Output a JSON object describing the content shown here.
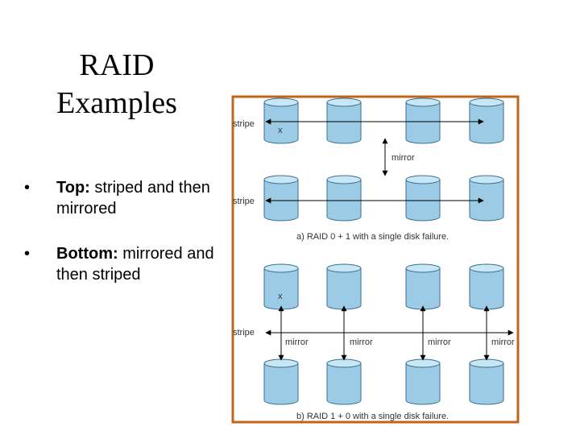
{
  "slide": {
    "title_line1": "RAID",
    "title_line2": "Examples",
    "bullets": [
      {
        "head": "Top:",
        "text": " striped and then mirrored"
      },
      {
        "head": "Bottom:",
        "text": " mirrored and then striped"
      }
    ],
    "bullet_glyph": "•"
  },
  "figure": {
    "frame_color": "#c0661a",
    "disk_color": "#9ccbe6",
    "top": {
      "stripe_label": "stripe",
      "failed_marker": "x",
      "mirror_label": "mirror",
      "caption": "a) RAID 0 + 1 with a single disk failure."
    },
    "bottom": {
      "stripe_label": "stripe",
      "failed_marker": "x",
      "mirror_label": "mirror",
      "caption": "b) RAID 1 + 0 with a single disk failure."
    }
  }
}
